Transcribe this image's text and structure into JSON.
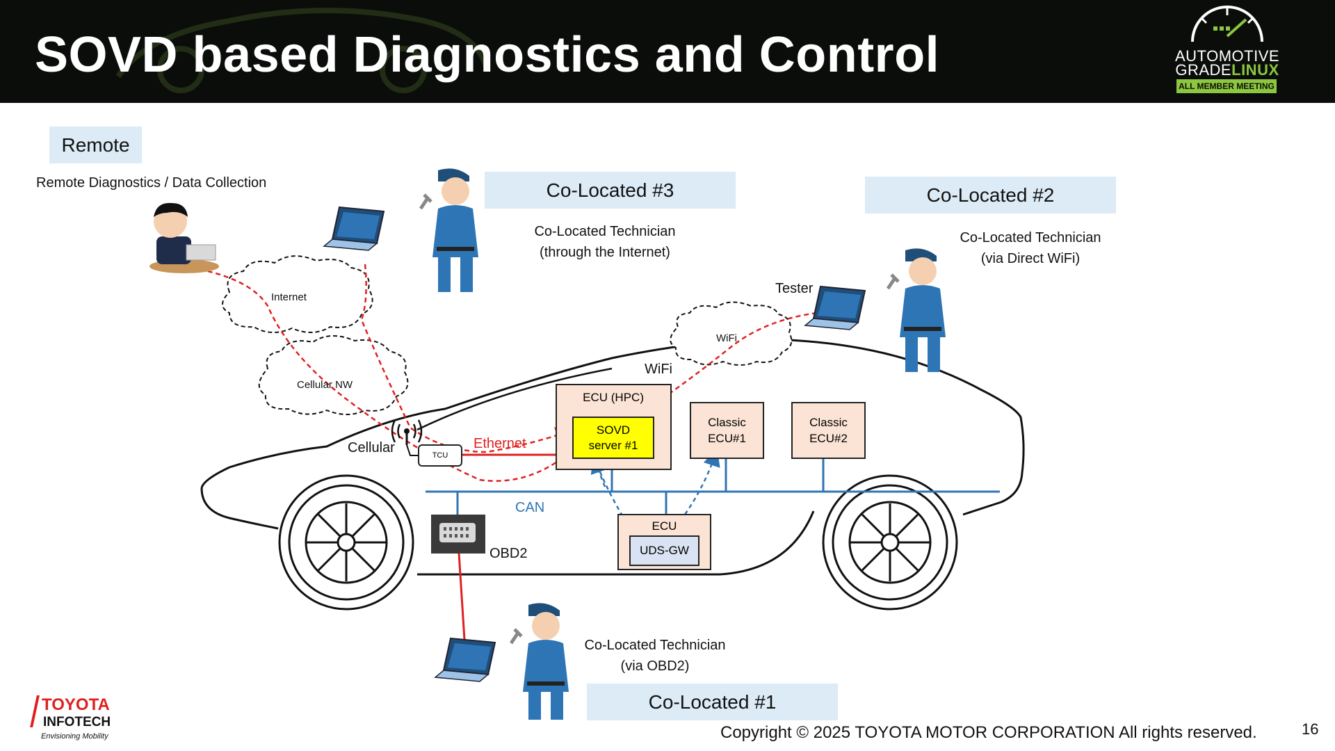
{
  "header": {
    "title": "SOVD based Diagnostics and Control",
    "agl_logo": {
      "line1": "AUTOMOTIVE",
      "line2a": "GRADE",
      "line2b": "LINUX",
      "badge": "ALL MEMBER MEETING"
    }
  },
  "labels": {
    "remote": "Remote",
    "remote_sub": "Remote Diagnostics  / Data Collection",
    "colocated3": "Co-Located #3",
    "colocated3_desc1": "Co-Located Technician",
    "colocated3_desc2": "(through the Internet)",
    "colocated2": "Co-Located #2",
    "colocated2_desc1": "Co-Located Technician",
    "colocated2_desc2": "(via Direct WiFi)",
    "colocated1": "Co-Located #1",
    "colocated1_desc1": "Co-Located Technician",
    "colocated1_desc2": "(via OBD2)",
    "tester": "Tester",
    "internet": "Internet",
    "cellular_nw": "Cellular NW",
    "wifi_cloud": "WiFi",
    "wifi": "WiFi",
    "cellular": "Cellular",
    "ethernet": "Ethernet",
    "tcu": "TCU",
    "can": "CAN",
    "obd2": "OBD2"
  },
  "ecus": {
    "hpc": "ECU (HPC)",
    "sovd_line1": "SOVD",
    "sovd_line2": "server #1",
    "classic1_line1": "Classic",
    "classic1_line2": "ECU#1",
    "classic2_line1": "Classic",
    "classic2_line2": "ECU#2",
    "gw_ecu": "ECU",
    "uds_gw": "UDS-GW"
  },
  "footer": {
    "copyright": "Copyright ©  2025 TOYOTA MOTOR CORPORATION All rights reserved.",
    "page_number": "16",
    "toyota_line1": "TOYOTA",
    "toyota_line2": "INFOTECH",
    "toyota_line3": "Envisioning Mobility"
  },
  "colors": {
    "accent_green": "#8dc63f",
    "label_box": "#dcebf5",
    "can_bus": "#2f75b5",
    "link_red": "#e02020",
    "ecu_fill": "#fbe4d5",
    "sovd_fill": "#ffff00"
  }
}
